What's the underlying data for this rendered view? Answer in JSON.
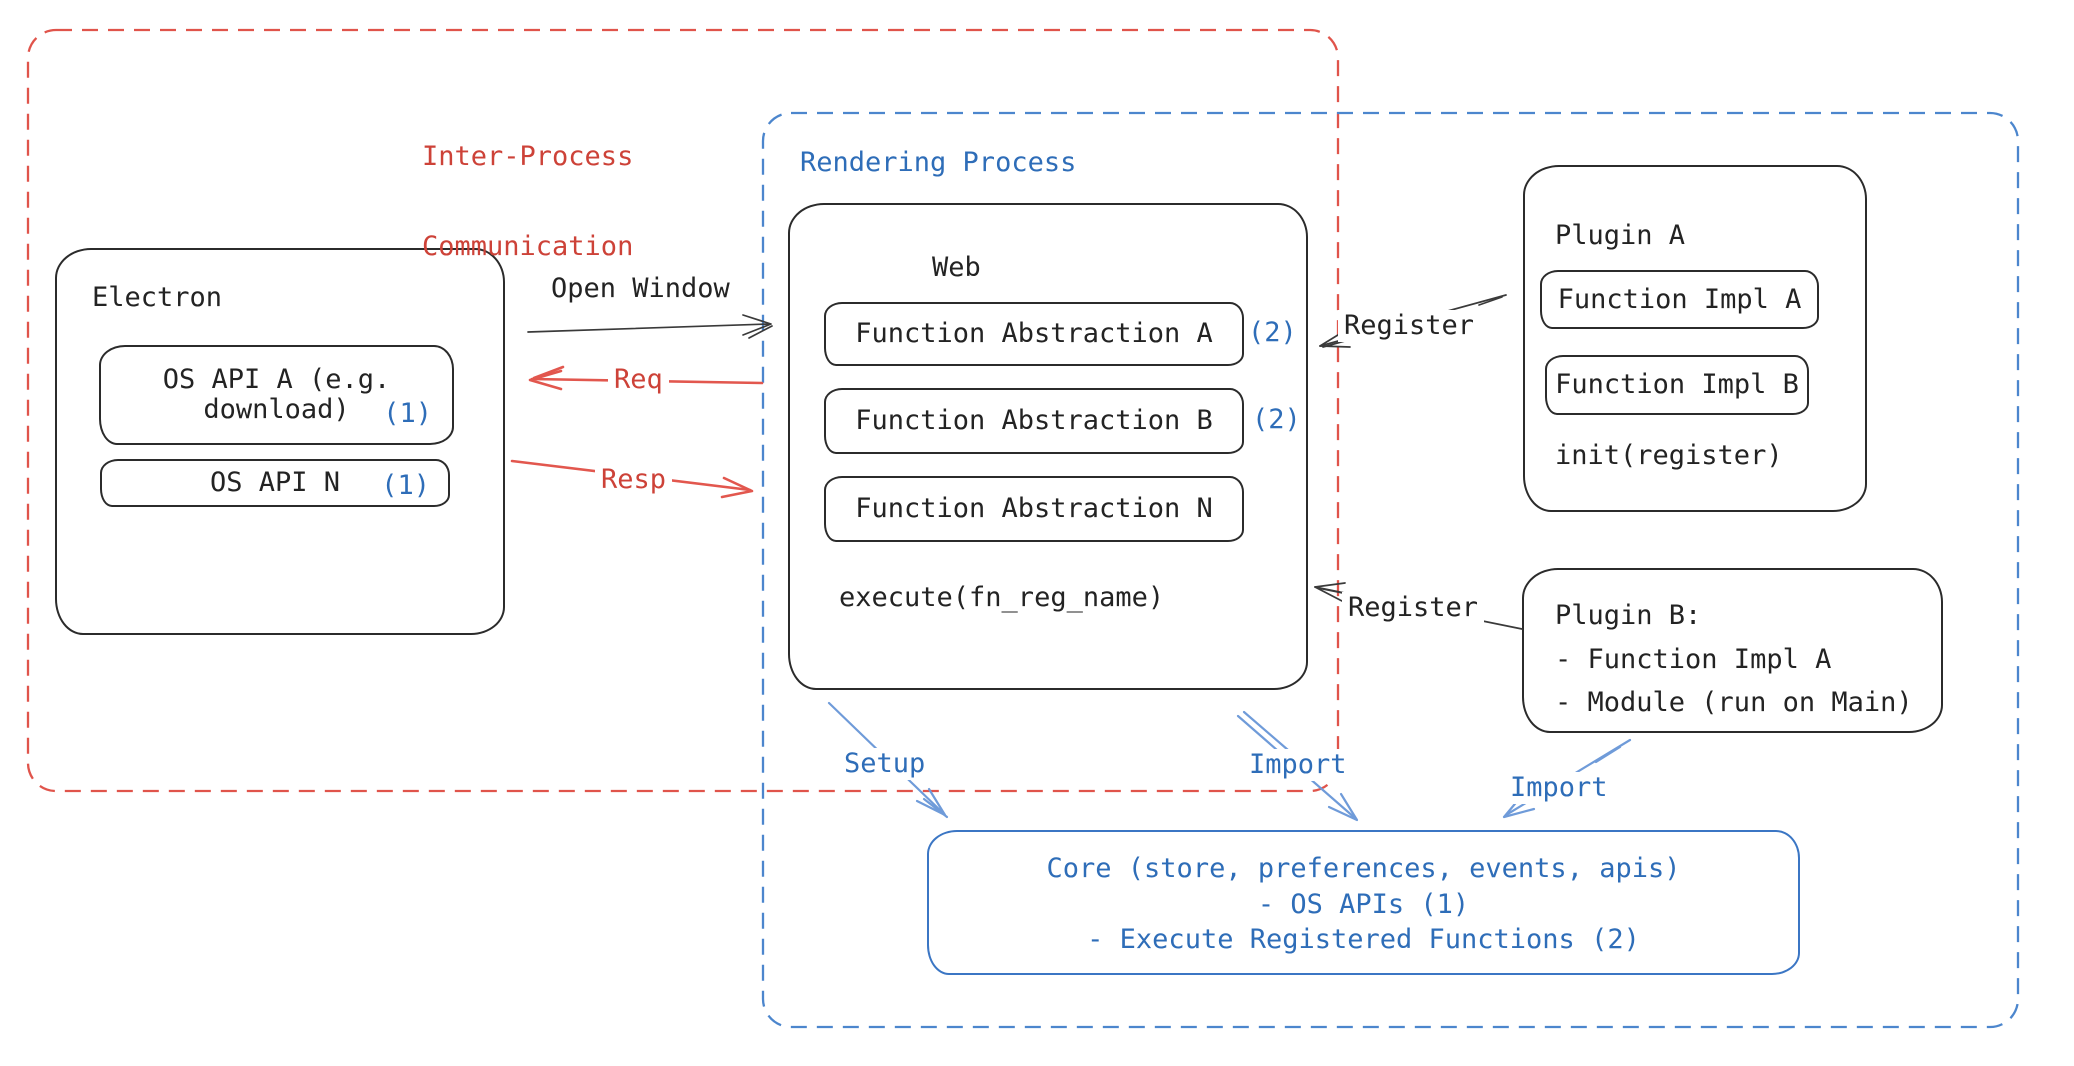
{
  "groups": {
    "ipc": {
      "label_line1": "Inter-Process",
      "label_line2": "Communication"
    },
    "rendering": {
      "label": "Rendering Process"
    }
  },
  "electron": {
    "title": "Electron",
    "os_api_a": {
      "line1": "OS API A (e.g.",
      "line2": "download)",
      "badge": "(1)"
    },
    "os_api_n": {
      "label": "OS API N",
      "badge": "(1)"
    }
  },
  "web": {
    "title": "Web",
    "fn_a": {
      "label": "Function Abstraction A",
      "badge": "(2)"
    },
    "fn_b": {
      "label": "Function Abstraction B",
      "badge": "(2)"
    },
    "fn_n": {
      "label": "Function Abstraction N"
    },
    "execute": "execute(fn_reg_name)"
  },
  "plugin_a": {
    "title": "Plugin A",
    "impl_a": "Function Impl A",
    "impl_b": "Function Impl B",
    "init": "init(register)"
  },
  "plugin_b": {
    "title": "Plugin B:",
    "item1": "- Function Impl A",
    "item2": "- Module (run on Main)"
  },
  "core": {
    "line1": "Core (store, preferences, events, apis)",
    "line2": "- OS APIs (1)",
    "line3": "- Execute Registered Functions (2)"
  },
  "arrows": {
    "open_window": "Open Window",
    "req": "Req",
    "resp": "Resp",
    "register_a": "Register",
    "register_b": "Register",
    "setup": "Setup",
    "import_core": "Import",
    "import_plugin": "Import"
  },
  "colors": {
    "red_text": "#cd4238",
    "blue_text": "#2e6db8",
    "red_stroke": "#e2574e",
    "blue_stroke": "#6f9bd9",
    "black": "#232323"
  }
}
